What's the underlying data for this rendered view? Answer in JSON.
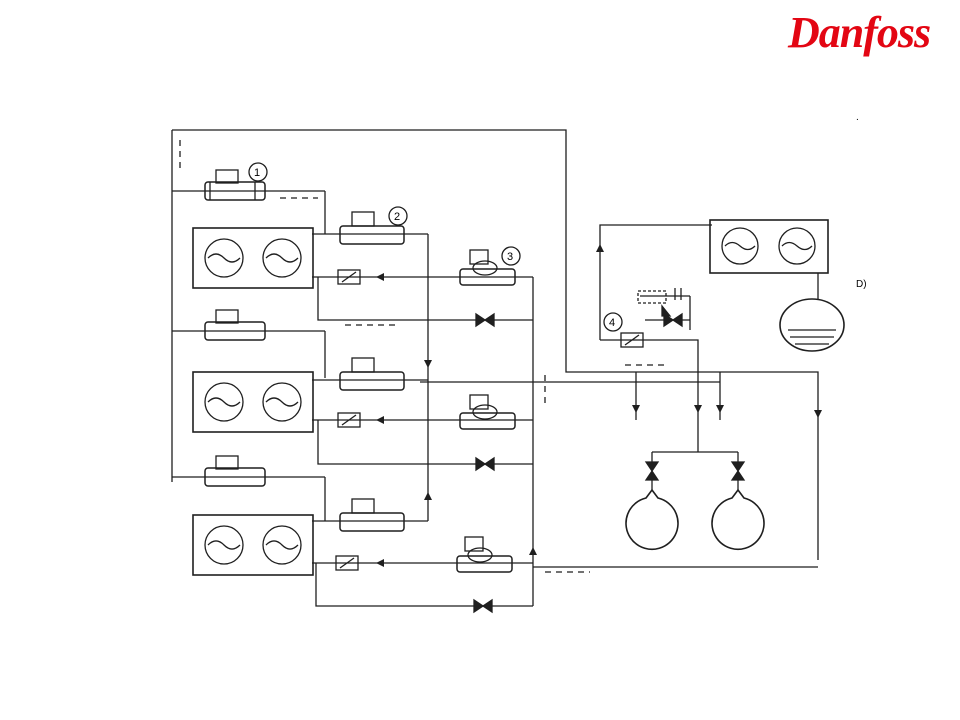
{
  "brand": {
    "name": "Danfoss",
    "color": "#e30613"
  },
  "callouts": [
    "1",
    "2",
    "3",
    "4"
  ],
  "stray_marks": {
    "right_edge_label": "D)",
    "dot": "."
  },
  "line_color": "#1f1f1f",
  "icons": [
    "fan-icon",
    "solenoid-valve-icon",
    "check-valve-icon",
    "sight-glass-icon",
    "receiver-tank-icon",
    "compressor-bulb-icon"
  ]
}
